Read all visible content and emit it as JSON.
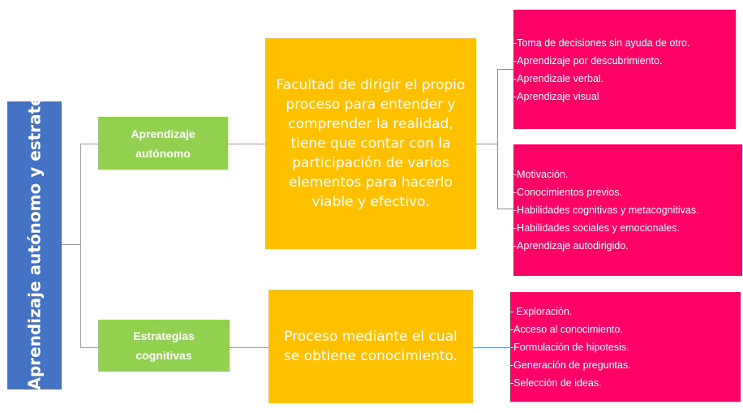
{
  "root": {
    "label": "Aprendizaje autónomo y estrategias cognitivas",
    "color": "#4472C4"
  },
  "branches": [
    {
      "label": "Aprendizaje autónomo",
      "description": "Facultad de dirigir el propio proceso para entender y comprender la realidad, tiene que contar con la participación de varios elementos para hacerlo viable y efectivo.",
      "groups": [
        {
          "items": [
            "-Toma de decisiones sin ayuda de otro.",
            "-Aprendizaje por descubrimiento.",
            "-Aprendizale verbal.",
            "-Aprendizaje visual"
          ]
        },
        {
          "items": [
            "-Motivación.",
            "-Conocimientos previos.",
            "-Habilidades cognitivas y metacognitivas.",
            "-Habilidades sociales y emocionales.",
            "-Aprendizaje autodirigido."
          ]
        }
      ]
    },
    {
      "label": "Estrategias cognitivas",
      "description": "Proceso mediante el cual se obtiene conocimiento.",
      "groups": [
        {
          "items": [
            "- Exploración.",
            "-Acceso al conocimiento.",
            "-Formulación de hipotesis.",
            "-Generación de preguntas.",
            "-Selección de ideas."
          ]
        }
      ]
    }
  ],
  "colors": {
    "green": "#92D050",
    "orange": "#FFC000",
    "pink": "#FF0066"
  }
}
